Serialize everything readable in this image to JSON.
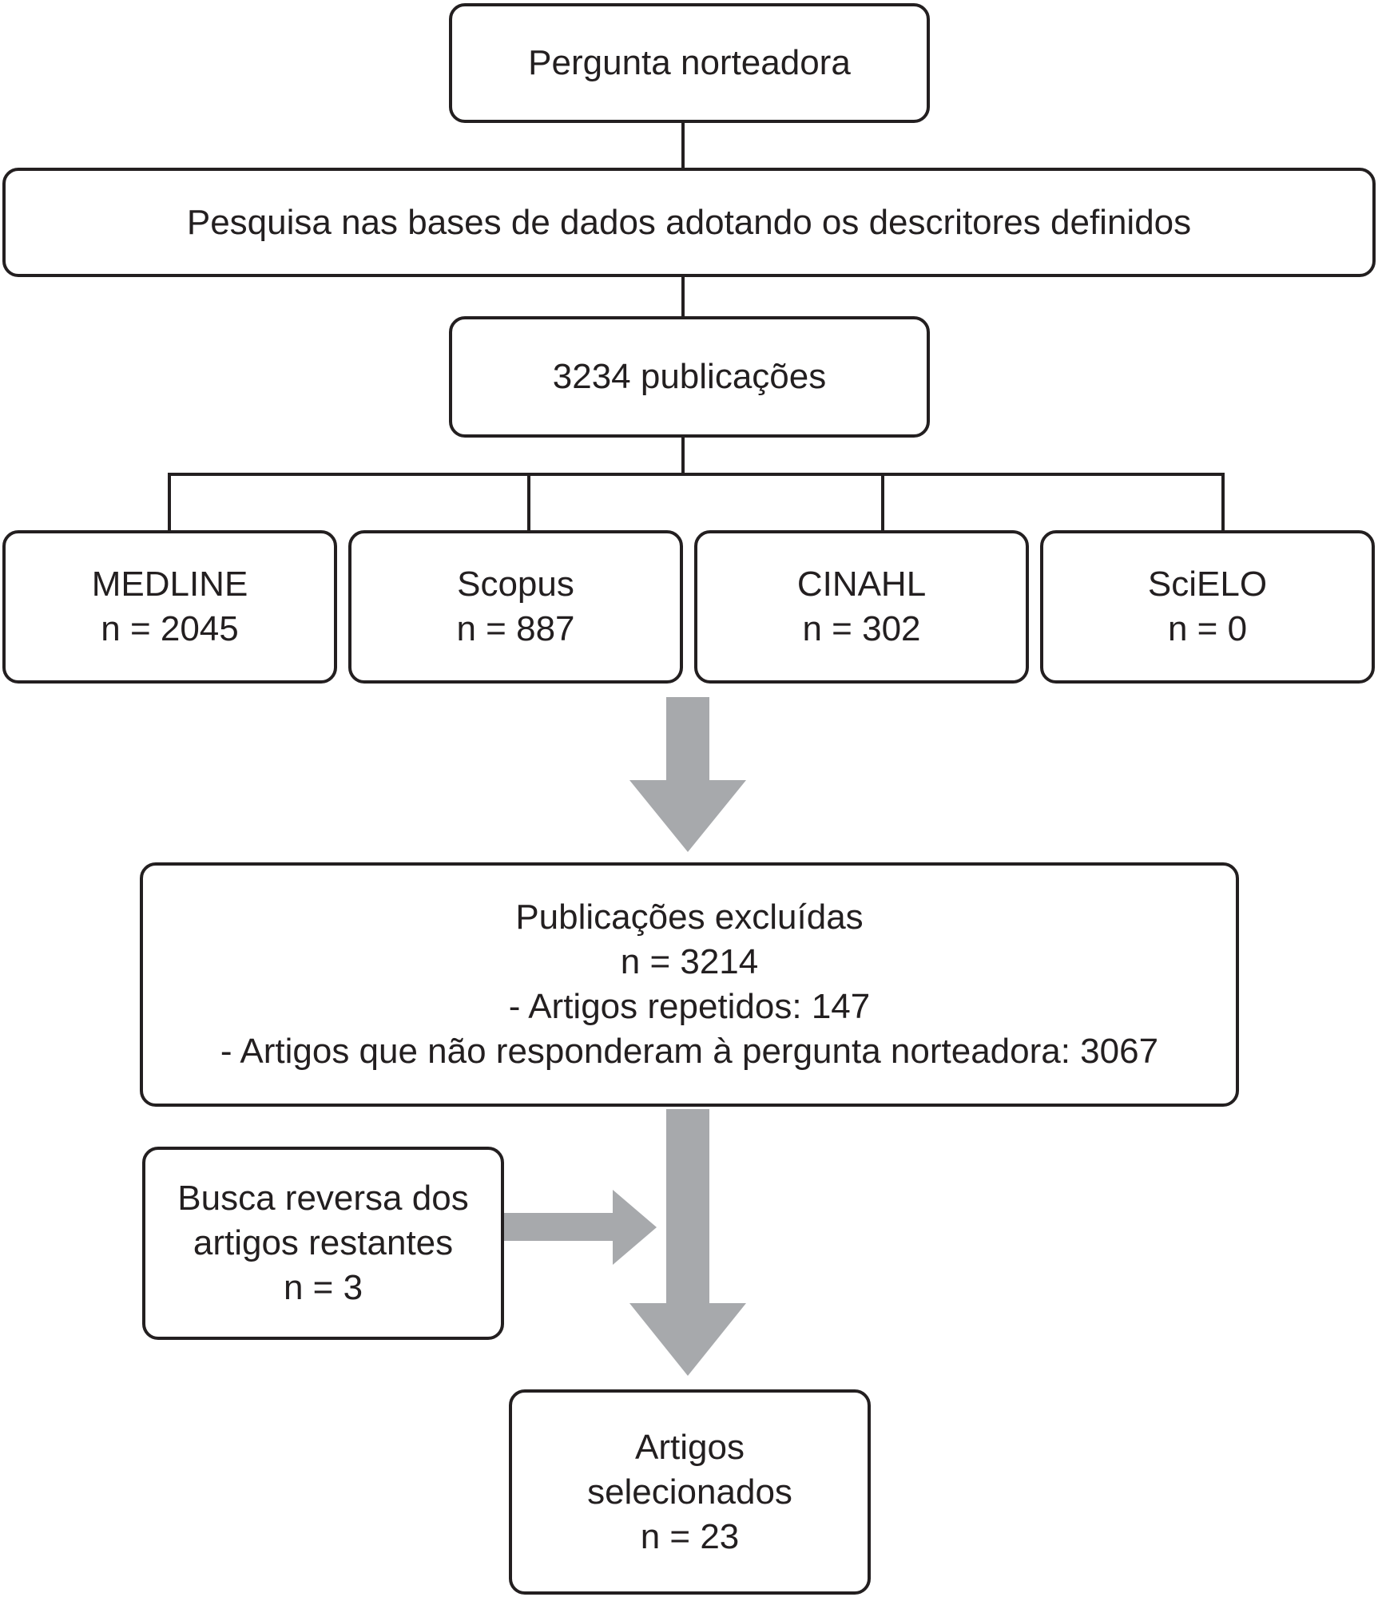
{
  "diagram": {
    "nodes": {
      "question": {
        "lines": [
          "Pergunta norteadora"
        ]
      },
      "search": {
        "lines": [
          "Pesquisa nas bases de dados adotando os descritores definidos"
        ]
      },
      "total": {
        "lines": [
          "3234 publicações"
        ]
      },
      "medline": {
        "lines": [
          "MEDLINE",
          "n  =  2045"
        ]
      },
      "scopus": {
        "lines": [
          "Scopus",
          "n  =  887"
        ]
      },
      "cinahl": {
        "lines": [
          "CINAHL",
          "n  =  302"
        ]
      },
      "scielo": {
        "lines": [
          "SciELO",
          "n  =  0"
        ]
      },
      "excluded": {
        "lines": [
          "Publicações excluídas",
          "n  =  3214",
          "- Artigos repetidos: 147",
          "- Artigos que não responderam à pergunta norteadora: 3067"
        ]
      },
      "reverse": {
        "lines": [
          "Busca reversa dos",
          "artigos restantes",
          "n  =  3"
        ]
      },
      "selected": {
        "lines": [
          "Artigos",
          "selecionados",
          "n  =  23"
        ]
      }
    },
    "edges": [
      {
        "from": "question",
        "to": "search",
        "style": "line"
      },
      {
        "from": "search",
        "to": "total",
        "style": "line"
      },
      {
        "from": "total",
        "to": "medline",
        "style": "line"
      },
      {
        "from": "total",
        "to": "scopus",
        "style": "line"
      },
      {
        "from": "total",
        "to": "cinahl",
        "style": "line"
      },
      {
        "from": "total",
        "to": "scielo",
        "style": "line"
      },
      {
        "from": "databases",
        "to": "excluded",
        "style": "arrow"
      },
      {
        "from": "excluded",
        "to": "selected",
        "style": "arrow"
      },
      {
        "from": "reverse",
        "to": "selected",
        "style": "arrow"
      }
    ],
    "colors": {
      "border": "#231f20",
      "text": "#231f20",
      "arrow": "#a7a9ac"
    }
  }
}
